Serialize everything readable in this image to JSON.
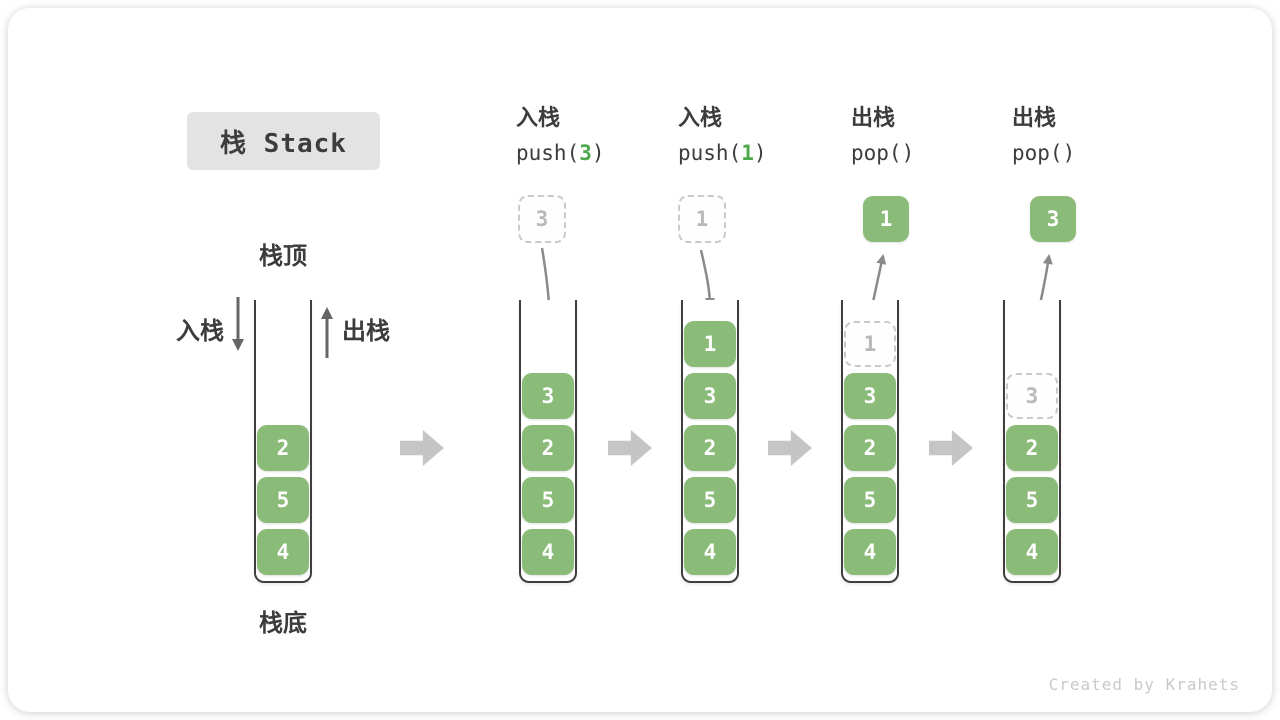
{
  "title": "栈 Stack",
  "footer_credit": "Created by Krahets",
  "labels": {
    "stack_top": "栈顶",
    "stack_bottom": "栈底",
    "push_side": "入栈",
    "pop_side": "出栈"
  },
  "colors": {
    "cell_green": "#8bbb79",
    "code_arg_green": "#4ca84a",
    "tube_stroke": "#3f3f3f",
    "curved_arrow_gray": "#8a8a8a",
    "direction_arrow_gray": "#666666",
    "step_arrow_gray": "#c5c5c5",
    "ghost_border_gray": "#c9c9c9",
    "ghost_text_gray": "#b9b9b9",
    "title_box_bg": "#e3e3e3",
    "text_dark": "#3c3c3c",
    "credit_gray": "#c9c9c9"
  },
  "columns": [
    {
      "op": "入栈",
      "code_pre": "push(",
      "code_arg": "3",
      "code_post": ")",
      "float": {
        "value": "3",
        "style": "ghost"
      }
    },
    {
      "op": "入栈",
      "code_pre": "push(",
      "code_arg": "1",
      "code_post": ")",
      "float": {
        "value": "1",
        "style": "ghost"
      }
    },
    {
      "op": "出栈",
      "code_pre": "pop(",
      "code_arg": "",
      "code_post": ")",
      "float": {
        "value": "1",
        "style": "solid"
      }
    },
    {
      "op": "出栈",
      "code_pre": "pop(",
      "code_arg": "",
      "code_post": ")",
      "float": {
        "value": "3",
        "style": "solid"
      }
    }
  ],
  "stacks": [
    {
      "cells": [
        {
          "value": "2"
        },
        {
          "value": "5"
        },
        {
          "value": "4"
        }
      ]
    },
    {
      "cells": [
        {
          "value": "3"
        },
        {
          "value": "2"
        },
        {
          "value": "5"
        },
        {
          "value": "4"
        }
      ]
    },
    {
      "cells": [
        {
          "value": "1"
        },
        {
          "value": "3"
        },
        {
          "value": "2"
        },
        {
          "value": "5"
        },
        {
          "value": "4"
        }
      ]
    },
    {
      "cells": [
        {
          "value": "1",
          "ghost": true
        },
        {
          "value": "3"
        },
        {
          "value": "2"
        },
        {
          "value": "5"
        },
        {
          "value": "4"
        }
      ]
    },
    {
      "cells": [
        {
          "value": "3",
          "ghost": true
        },
        {
          "value": "2"
        },
        {
          "value": "5"
        },
        {
          "value": "4"
        }
      ]
    }
  ]
}
